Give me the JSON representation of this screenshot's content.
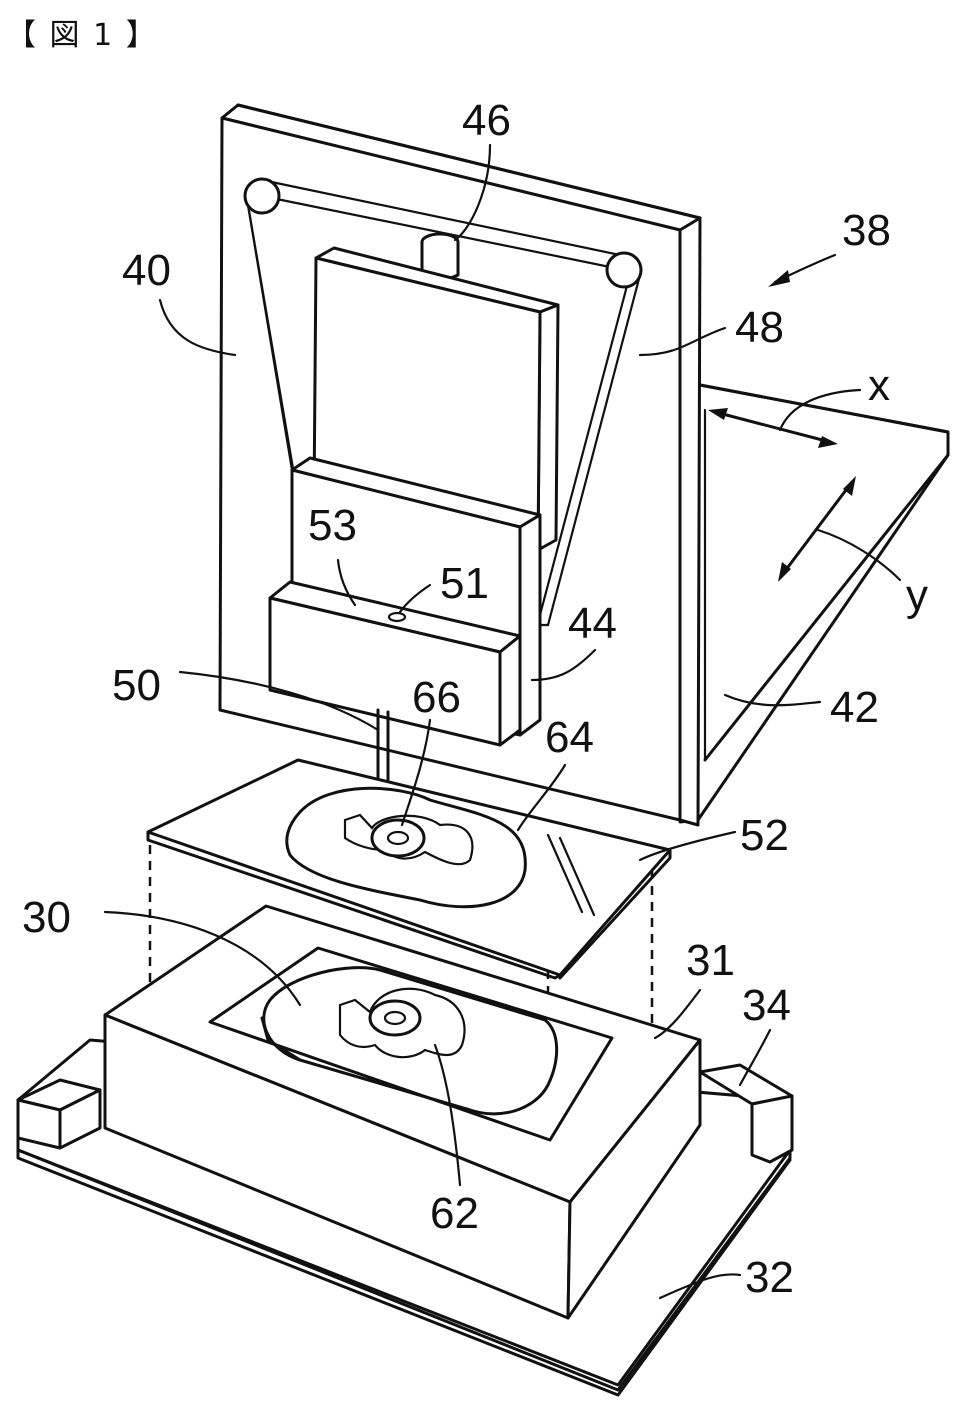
{
  "figure": {
    "title": "【 図 1 】"
  },
  "labels": {
    "l46": "46",
    "l38": "38",
    "l40": "40",
    "l48": "48",
    "lx": "x",
    "ly": "y",
    "l53": "53",
    "l51": "51",
    "l44": "44",
    "l50": "50",
    "l66": "66",
    "l64": "64",
    "l42": "42",
    "l52": "52",
    "l30": "30",
    "l31": "31",
    "l34": "34",
    "l62": "62",
    "l32": "32"
  }
}
